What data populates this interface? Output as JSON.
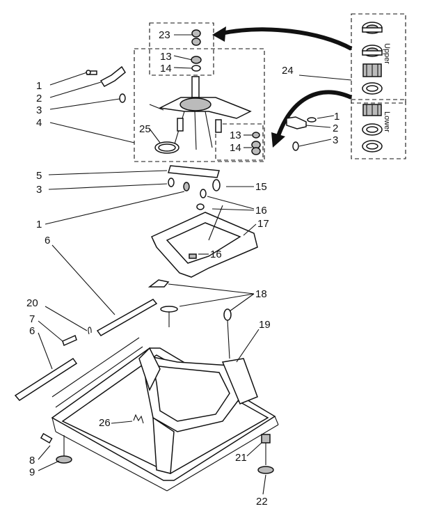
{
  "diagram": {
    "labels": [
      {
        "id": "l1a",
        "text": "1"
      },
      {
        "id": "l2a",
        "text": "2"
      },
      {
        "id": "l3a",
        "text": "3"
      },
      {
        "id": "l4",
        "text": "4"
      },
      {
        "id": "l23",
        "text": "23"
      },
      {
        "id": "l13a",
        "text": "13"
      },
      {
        "id": "l14a",
        "text": "14"
      },
      {
        "id": "l25",
        "text": "25"
      },
      {
        "id": "l13b",
        "text": "13"
      },
      {
        "id": "l14b",
        "text": "14"
      },
      {
        "id": "l24",
        "text": "24"
      },
      {
        "id": "l1b",
        "text": "1"
      },
      {
        "id": "l2b",
        "text": "2"
      },
      {
        "id": "l3b",
        "text": "3"
      },
      {
        "id": "l5",
        "text": "5"
      },
      {
        "id": "l3c",
        "text": "3"
      },
      {
        "id": "l15",
        "text": "15"
      },
      {
        "id": "l16a",
        "text": "16"
      },
      {
        "id": "l1c",
        "text": "1"
      },
      {
        "id": "l17",
        "text": "17"
      },
      {
        "id": "l6a",
        "text": "6"
      },
      {
        "id": "l16b",
        "text": "16"
      },
      {
        "id": "l18",
        "text": "18"
      },
      {
        "id": "l20",
        "text": "20"
      },
      {
        "id": "l7",
        "text": "7"
      },
      {
        "id": "l6b",
        "text": "6"
      },
      {
        "id": "l19",
        "text": "19"
      },
      {
        "id": "l26",
        "text": "26"
      },
      {
        "id": "l8",
        "text": "8"
      },
      {
        "id": "l9",
        "text": "9"
      },
      {
        "id": "l21",
        "text": "21"
      },
      {
        "id": "l22",
        "text": "22"
      }
    ],
    "inset": {
      "upper": "Upper",
      "lower": "Lower"
    }
  }
}
